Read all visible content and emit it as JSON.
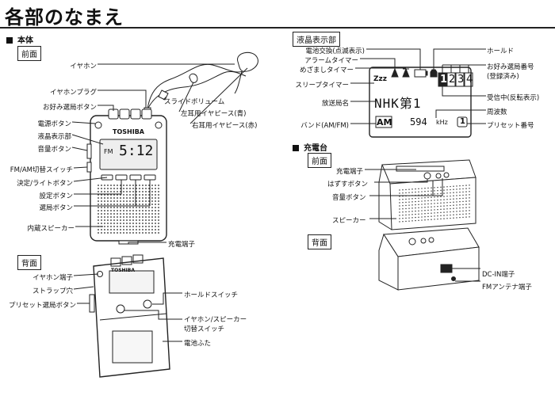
{
  "title": "各部のなまえ",
  "main_unit": {
    "section": "本体",
    "front_tab": "前面",
    "back_tab": "背面",
    "brand": "TOSHIBA",
    "front_labels": {
      "earphone": "イヤホン",
      "earphone_plug": "イヤホンプラグ",
      "favorite_button": "お好み選局ボタン",
      "power_button": "電源ボタン",
      "lcd": "液晶表示部",
      "volume_button": "音量ボタン",
      "fm_am_switch": "FM/AM切替スイッチ",
      "enter_light_button": "決定/ライトボタン",
      "setting_button": "設定ボタン",
      "tuning_button": "選局ボタン",
      "speaker": "内蔵スピーカー",
      "slide_volume": "スライドボリューム",
      "left_earpiece": "左耳用イヤピース(青)",
      "right_earpiece": "右耳用イヤピース(赤)",
      "charge_terminal": "充電端子"
    },
    "back_labels": {
      "earphone_jack": "イヤホン端子",
      "strap_hole": "ストラップ穴",
      "preset_button": "プリセット選局ボタン",
      "hold_switch": "ホールドスイッチ",
      "earphone_speaker_switch_1": "イヤホン/スピーカー",
      "earphone_speaker_switch_2": "切替スイッチ",
      "battery_cover": "電池ふた"
    },
    "device_display": {
      "band": "FM",
      "time": "5:12"
    }
  },
  "lcd_section": {
    "title": "液晶表示部",
    "labels": {
      "battery": "電池交換(点滅表示)",
      "alarm_timer": "アラームタイマー",
      "wake_timer": "めざましタイマー",
      "sleep_timer": "スリープタイマー",
      "station_name": "放送局名",
      "band": "バンド(AM/FM)",
      "hold": "ホールド",
      "favorite_number_1": "お好み選局番号",
      "favorite_number_2": "(登録済み)",
      "receiving": "受信中(反転表示)",
      "frequency": "周波数",
      "preset_number": "プリセット番号"
    },
    "display": {
      "sleep_icon": "Zzz",
      "digits": [
        "1",
        "2",
        "3",
        "4"
      ],
      "station": "NHK第1",
      "band": "AM",
      "frequency": "594",
      "unit": "kHz",
      "preset": "1"
    }
  },
  "charger": {
    "section": "充電台",
    "front_tab": "前面",
    "back_tab": "背面",
    "labels": {
      "charge_terminal": "充電端子",
      "release_button": "はずすボタン",
      "volume_button": "音量ボタン",
      "speaker": "スピーカー",
      "dc_in": "DC-IN端子",
      "fm_antenna": "FMアンテナ端子"
    }
  }
}
